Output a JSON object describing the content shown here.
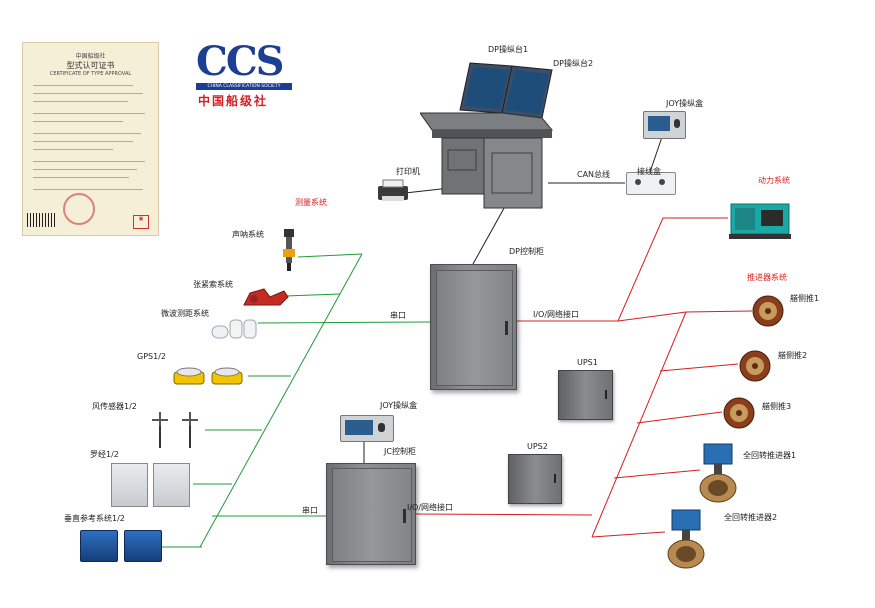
{
  "logo": {
    "main": "CCS",
    "sub": "CHINA CLASSIFICATION SOCIETY",
    "cn": "中国船级社"
  },
  "certificate": {
    "title_cn": "型式认可证书",
    "title_en": "CERTIFICATE OF TYPE APPROVAL",
    "header": "中国船级社"
  },
  "labels": {
    "dp_console_1": "DP操纵台1",
    "dp_console_2": "DP操纵台2",
    "printer": "打印机",
    "can_bus": "CAN总线",
    "junction_box": "接线盒",
    "joy_console_top": "JOY操纵盒",
    "power_system": "动力系统",
    "measure_system": "测量系统",
    "sonar": "声呐系统",
    "taut_wire": "张紧索系统",
    "micro_wave": "微波测距系统",
    "gps": "GPS1/2",
    "wind": "风传感器1/2",
    "compass": "罗经1/2",
    "vru": "垂直参考系统1/2",
    "dp_cabinet": "DP控制柜",
    "serial_1": "串口",
    "io_1": "I/O/网络接口",
    "thruster_system": "推进器系统",
    "tunnel_1": "艏侧推1",
    "tunnel_2": "艏侧推2",
    "tunnel_3": "艏侧推3",
    "azimuth_1": "全回转推进器1",
    "azimuth_2": "全回转推进器2",
    "ups1": "UPS1",
    "ups2": "UPS2",
    "joy_console_bottom": "JOY操纵盒",
    "jc_cabinet": "JC控制柜",
    "serial_2": "串口",
    "io_2": "I/O/网络接口"
  },
  "colors": {
    "red_line": "#d81e1e",
    "green_line": "#1f9b3a",
    "black_line": "#222222",
    "logo_blue": "#1c3f94",
    "logo_red": "#d21f26"
  }
}
